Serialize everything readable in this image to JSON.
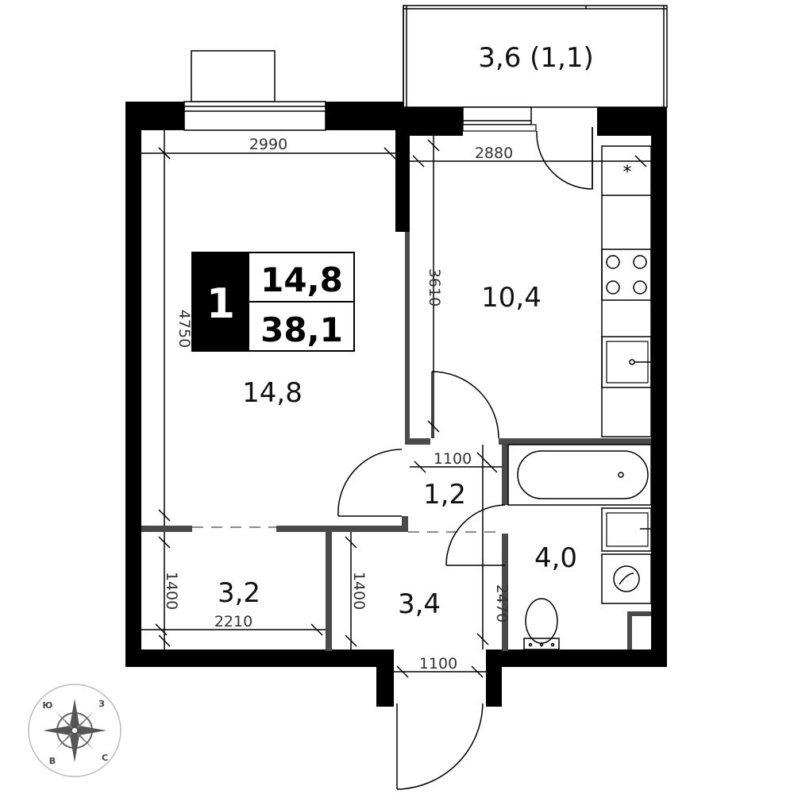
{
  "badge": {
    "rooms": "1",
    "living_area": "14,8",
    "total_area": "38,1"
  },
  "rooms": {
    "living_room": "14,8",
    "kitchen": "10,4",
    "hall": "1,2",
    "storage": "3,2",
    "corridor": "3,4",
    "bathroom": "4,0",
    "loggia": "3,6 (1,1)"
  },
  "dimensions": {
    "living_width": "2990",
    "living_length": "4750",
    "kitchen_width": "2880",
    "kitchen_length": "3610",
    "hall_width": "1100",
    "storage_depth": "1400",
    "storage_width": "2210",
    "corridor_depth": "1400",
    "bathroom_length": "2470",
    "entrance_width": "1100"
  },
  "compass": {
    "north": "З",
    "south": "Ю",
    "east": "С",
    "west": "В"
  },
  "colors": {
    "wall": "#000000",
    "partition": "#4a4a4a"
  }
}
